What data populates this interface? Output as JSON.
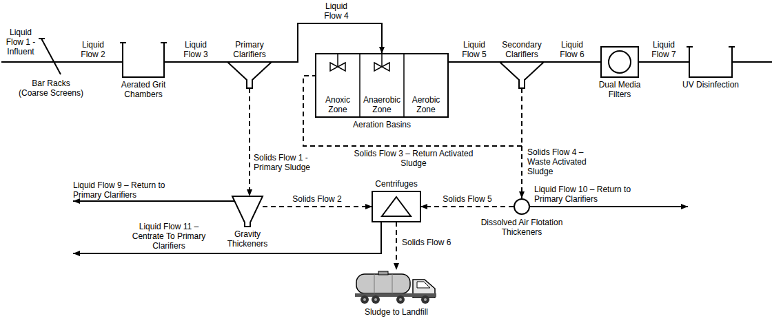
{
  "diagram": {
    "nodes": [
      {
        "text": [
          "Bar Racks (Coarse Screens)"
        ]
      },
      {
        "text": [
          "Aerated Grit Chambers"
        ]
      },
      {
        "text": [
          "Primary Clarifiers"
        ]
      },
      {
        "text": [
          "Aeration Basins"
        ]
      },
      {
        "text": [
          "Anoxic Zone"
        ],
        "in": 3
      },
      {
        "text": [
          "Anaerobic Zone"
        ],
        "in": 3
      },
      {
        "text": [
          "Aerobic Zone"
        ],
        "in": 3
      },
      {
        "text": [
          "Secondary Clarifiers"
        ]
      },
      {
        "text": [
          "Dual Media Filters"
        ]
      },
      {
        "text": [
          "UV Disinfection"
        ]
      },
      {
        "text": [
          "Gravity Thickeners"
        ]
      },
      {
        "text": [
          "Centrifuges"
        ]
      },
      {
        "text": [
          "Dissolved Air Flotation Thickeners"
        ]
      },
      {
        "text": [
          "Sludge to Landfill"
        ]
      }
    ],
    "edges": [
      {
        "from": 0,
        "to": 1,
        "label": "Liquid Flow 2",
        "arrow": "none"
      },
      {
        "from": 1,
        "to": 2,
        "label": "Liquid Flow 3",
        "arrow": "none"
      },
      {
        "from": 2,
        "to": 5,
        "label": "Liquid Flow 4",
        "arrow": "to"
      },
      {
        "from": 3,
        "to": 7,
        "label": "Liquid Flow 5",
        "arrow": "none"
      },
      {
        "from": 7,
        "to": 8,
        "label": "Liquid Flow 6",
        "arrow": "none"
      },
      {
        "from": 8,
        "to": 9,
        "label": "Liquid Flow 7",
        "arrow": "none"
      },
      {
        "from": 2,
        "to": 10,
        "label": "Solids Flow 1 - Primary Sludge",
        "arrow": "to"
      },
      {
        "from": 7,
        "to": 4,
        "label": "Solids Flow 3 – Return Activated Sludge",
        "arrow": "none"
      },
      {
        "from": 7,
        "to": 12,
        "label": "Solids Flow 4 – Waste Activated Sludge",
        "arrow": "to"
      },
      {
        "from": 10,
        "to": 11,
        "label": "Solids Flow 2",
        "arrow": "to"
      },
      {
        "from": 12,
        "to": 11,
        "label": "Solids Flow 5",
        "arrow": "to"
      },
      {
        "from": 11,
        "to": 13,
        "label": "Solids Flow 6",
        "arrow": "to"
      }
    ],
    "labels": [
      "Liquid Flow 1 - Influent",
      "Liquid Flow 9 – Return to Primary Clarifiers",
      "Liquid Flow 10 – Return to Primary Clarifiers",
      "Liquid Flow 11 – Centrate To Primary Clarifiers"
    ]
  }
}
